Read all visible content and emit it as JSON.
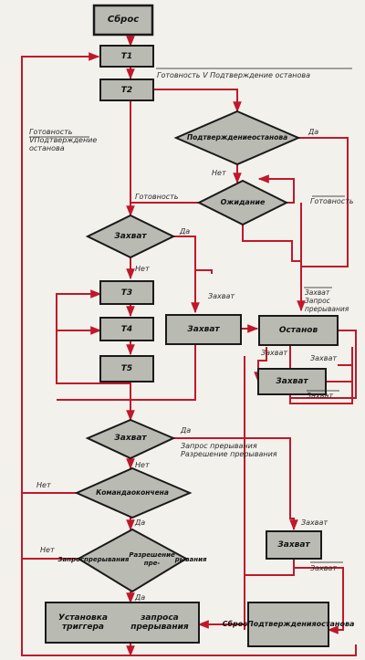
{
  "nodes": {
    "reset": "Сброс",
    "t1": "T1",
    "t2": "T2",
    "stop_confirm": [
      "Подтверждение",
      "останова"
    ],
    "wait": "Ожидание",
    "capture1": "Захват",
    "t3": "T3",
    "t4": "T4",
    "t5": "T5",
    "capture_box1": "Захват",
    "halt": "Останов",
    "capture_box2": "Захват",
    "capture2": "Захват",
    "cmd_done": [
      "Команда",
      "окончена"
    ],
    "int_req": [
      "Запрос",
      "прерывания",
      "Разрешение пре-",
      "рывания"
    ],
    "capture_box3": "Захват",
    "set_trigger": [
      "Установка триггера",
      "запроса прерывания"
    ],
    "reset_confirm": [
      "Сброс",
      "Подтверждения",
      "останова"
    ]
  },
  "labels": {
    "top_condition": "Готовность V Подтверждение останова",
    "left_condition": [
      "Готовность",
      "VПодтверждение",
      "останова"
    ],
    "yes": "Да",
    "no": "Нет",
    "ready": "Готовность",
    "ready_bar": "Готовность",
    "capture": "Захват",
    "capture_bar": "Захват",
    "capture_req": [
      "Захват",
      "Запрос",
      "прерывания"
    ],
    "int_condition": [
      "Запрос прерывания",
      "Разрешение прерывания"
    ]
  },
  "colors": {
    "flow_line": "#c0182a",
    "box_fill": "#b9bab2",
    "box_stroke": "#1a1a1a",
    "text": "#1a1a1a"
  }
}
